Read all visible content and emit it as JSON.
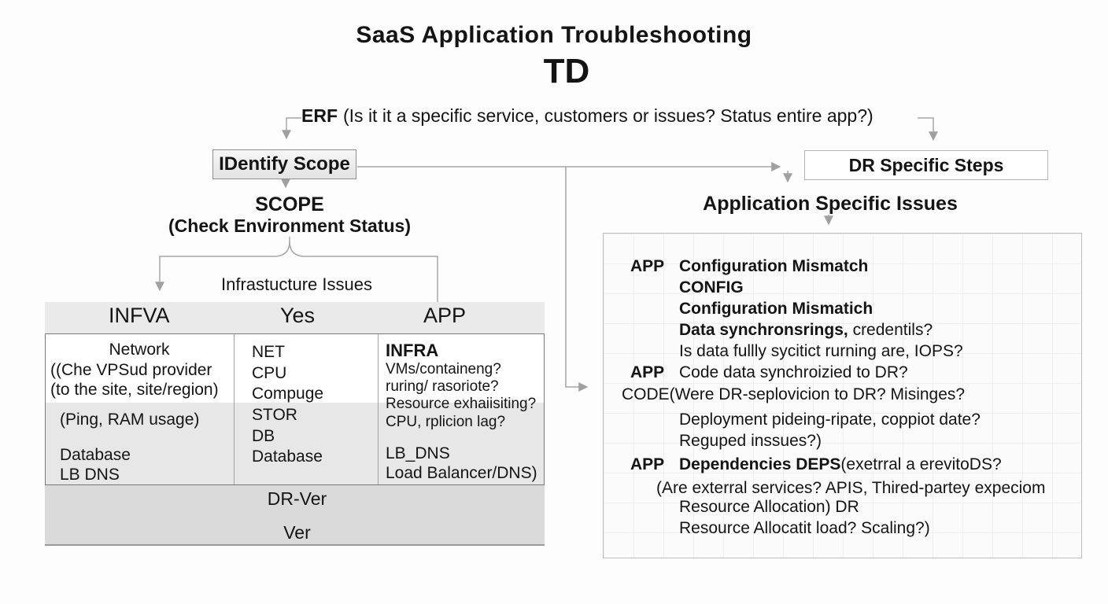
{
  "title": "SaaS Application Troubleshooting",
  "subtitle": "TD",
  "erf": {
    "label": "ERF",
    "question": "(Is it it a specific service, customers or issues? Status entire app?)"
  },
  "left_flow": {
    "identify_scope": "IDentify Scope",
    "scope": "SCOPE",
    "scope_sub": "(Check Environment Status)",
    "branch_label": "Infrastucture Issues"
  },
  "right_flow": {
    "dr_steps": "DR Specific Steps",
    "app_issues_title": "Application Specific Issues"
  },
  "table": {
    "header": {
      "left": "INFVA",
      "middle": "Yes",
      "right": "APP"
    },
    "network_col": {
      "l0": "Network",
      "l1": "((Che VPSud provider",
      "l2": "(to the site, site/region)",
      "l3": "(Ping, RAM usage)",
      "l4": "Database",
      "l5": "LB  DNS"
    },
    "resource_col": [
      "NET",
      "CPU",
      "Compuge",
      "STOR",
      "DB",
      "Database"
    ],
    "infra_col": {
      "heading": "INFRA",
      "items": [
        "VMs/containeng?",
        "ruring/ rasoriote?",
        "Resource exhaiisiting?",
        "CPU, rplicion lag?"
      ],
      "lb": "LB_DNS",
      "lb_sub": "Load Balancer/DNS)"
    },
    "footer": {
      "from": "DR-Ver",
      "to": "Ver"
    }
  },
  "panel": {
    "rows": [
      {
        "label": "APP",
        "bold": "Configuration Mismatch",
        "text": ""
      },
      {
        "label": "",
        "bold": "CONFIG",
        "text": ""
      },
      {
        "label": "",
        "bold": "Configuration Mismatich",
        "text": ""
      },
      {
        "label": "",
        "bold": "Data synchronsrings,",
        "text": " credentils?"
      },
      {
        "label": "",
        "bold": "",
        "text": "Is data fullly sycitict rurning are, IOPS?"
      },
      {
        "label": "APP",
        "bold": "",
        "text": "Code data synchroizied to DR?"
      },
      {
        "label": "",
        "bold": "",
        "text": "CODE(Were DR-seplovicion to DR? Misinges?"
      },
      {
        "label": "",
        "bold": "",
        "text": "Deployment pideing-ripate, coppiot date?"
      },
      {
        "label": "",
        "bold": "",
        "text": "Reguped inssues?)"
      },
      {
        "label": "APP",
        "bold": "Dependencies DEPS",
        "text": "(exetrral a erevitoDS?"
      },
      {
        "label": "",
        "bold": "",
        "text": "(Are exterral services? APIS, Thired-partey expeciom"
      },
      {
        "label": "",
        "bold": "",
        "text": "Resource Allocation) DR"
      },
      {
        "label": "",
        "bold": "",
        "text": "Resource Allocatit load? Scaling?)"
      }
    ]
  }
}
